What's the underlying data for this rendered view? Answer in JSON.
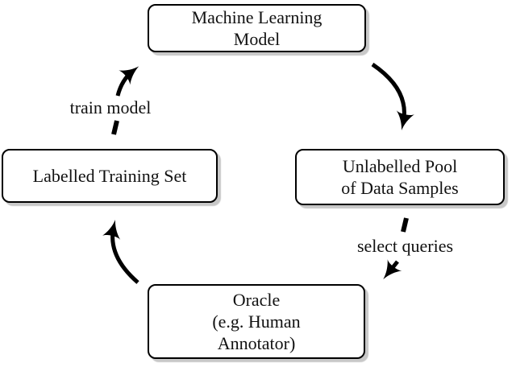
{
  "diagram": {
    "nodes": {
      "ml_model": {
        "lines": [
          "Machine Learning",
          "Model"
        ]
      },
      "labelled_set": {
        "lines": [
          "Labelled Training Set"
        ]
      },
      "unlabelled_pool": {
        "lines": [
          "Unlabelled Pool",
          "of Data Samples"
        ]
      },
      "oracle": {
        "lines": [
          "Oracle",
          "(e.g. Human",
          "Annotator)"
        ]
      }
    },
    "edges": {
      "train_model": {
        "label": "train model"
      },
      "select_queries": {
        "label": "select queries"
      }
    },
    "colors": {
      "background": "#ffffff",
      "box_fill": "#ffffff",
      "box_border": "#000000",
      "box_shadow": "#c8c8c8",
      "text": "#111111",
      "arrow": "#000000"
    }
  }
}
